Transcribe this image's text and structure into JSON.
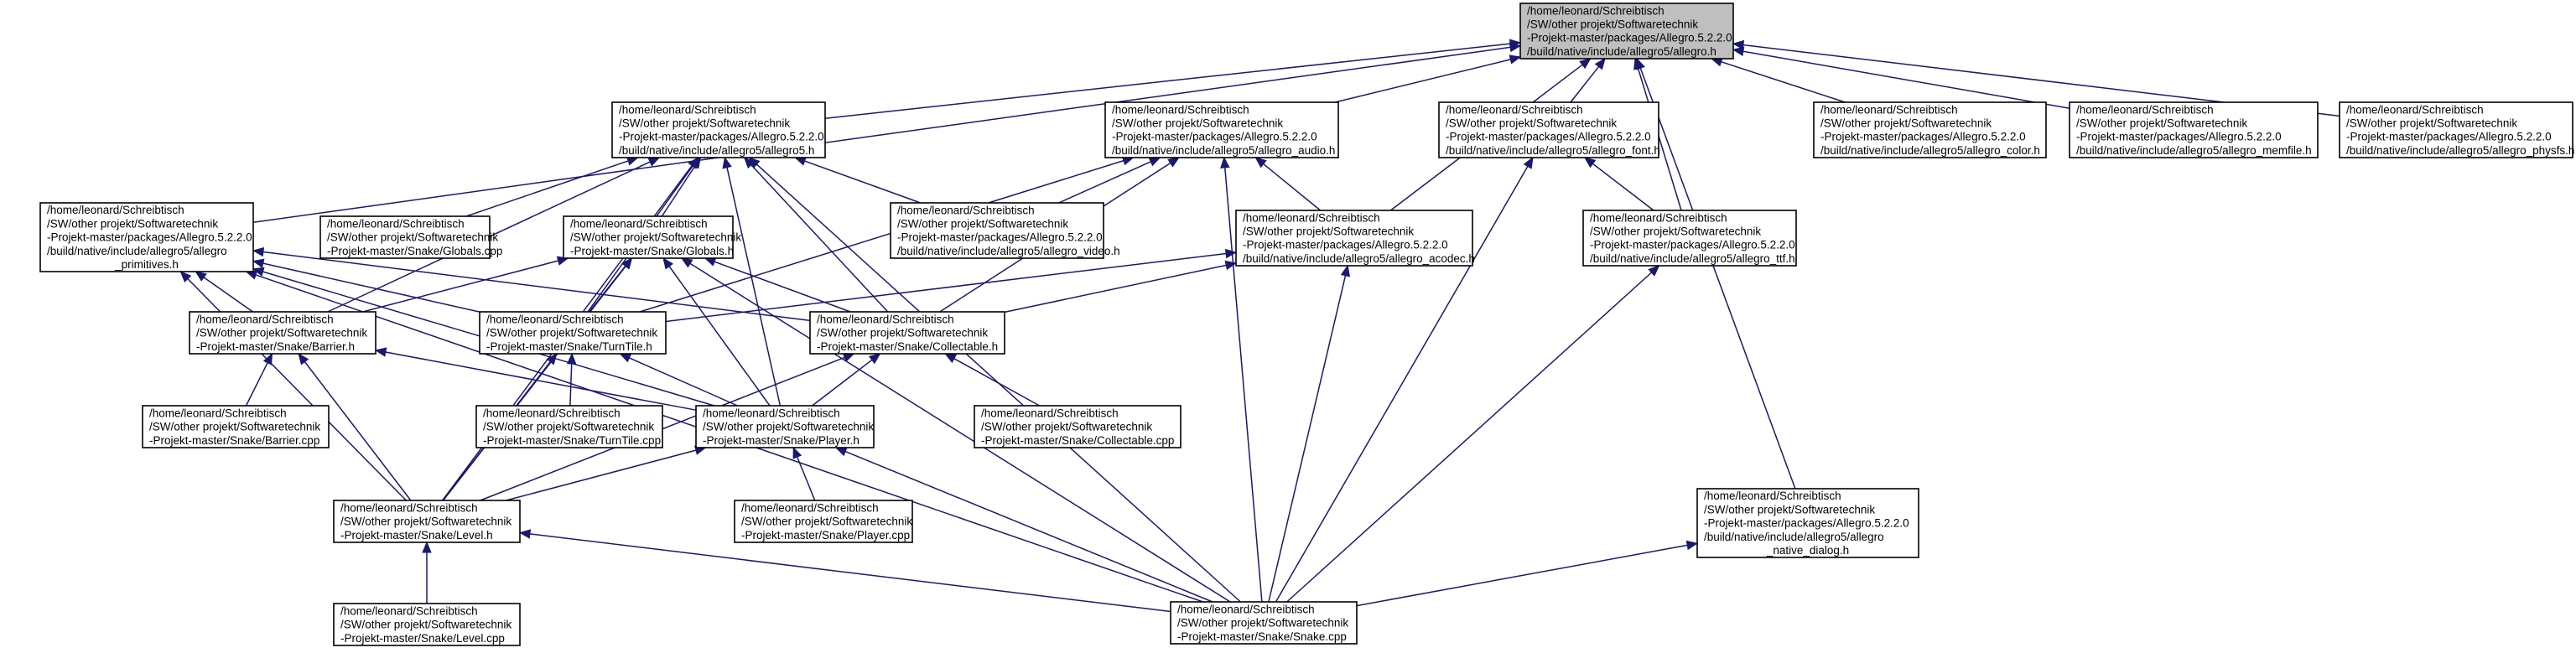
{
  "title": "",
  "colors": {
    "edge": "#191970",
    "root_fill": "#bfbfbf",
    "node_fill": "#ffffff",
    "node_border": "#000000"
  },
  "nodes": [
    {
      "id": "allegro_h",
      "root": true,
      "lines": [
        "/home/leonard/Schreibtisch",
        "/SW/other projekt/Softwaretechnik",
        "-Projekt-master/packages/Allegro.5.2.2.0",
        "/build/native/include/allegro5/allegro.h"
      ]
    },
    {
      "id": "allegro5_h",
      "lines": [
        "/home/leonard/Schreibtisch",
        "/SW/other projekt/Softwaretechnik",
        "-Projekt-master/packages/Allegro.5.2.2.0",
        "/build/native/include/allegro5/allegro5.h"
      ]
    },
    {
      "id": "allegro_audio_h",
      "lines": [
        "/home/leonard/Schreibtisch",
        "/SW/other projekt/Softwaretechnik",
        "-Projekt-master/packages/Allegro.5.2.2.0",
        "/build/native/include/allegro5/allegro_audio.h"
      ]
    },
    {
      "id": "allegro_font_h",
      "lines": [
        "/home/leonard/Schreibtisch",
        "/SW/other projekt/Softwaretechnik",
        "-Projekt-master/packages/Allegro.5.2.2.0",
        "/build/native/include/allegro5/allegro_font.h"
      ]
    },
    {
      "id": "allegro_color_h",
      "lines": [
        "/home/leonard/Schreibtisch",
        "/SW/other projekt/Softwaretechnik",
        "-Projekt-master/packages/Allegro.5.2.2.0",
        "/build/native/include/allegro5/allegro_color.h"
      ]
    },
    {
      "id": "allegro_memfile_h",
      "lines": [
        "/home/leonard/Schreibtisch",
        "/SW/other projekt/Softwaretechnik",
        "-Projekt-master/packages/Allegro.5.2.2.0",
        "/build/native/include/allegro5/allegro_memfile.h"
      ]
    },
    {
      "id": "allegro_physfs_h",
      "lines": [
        "/home/leonard/Schreibtisch",
        "/SW/other projekt/Softwaretechnik",
        "-Projekt-master/packages/Allegro.5.2.2.0",
        "/build/native/include/allegro5/allegro_physfs.h"
      ]
    },
    {
      "id": "allegro_primitives_h",
      "lines": [
        "/home/leonard/Schreibtisch",
        "/SW/other projekt/Softwaretechnik",
        "-Projekt-master/packages/Allegro.5.2.2.0",
        "/build/native/include/allegro5/allegro",
        "_primitives.h"
      ]
    },
    {
      "id": "globals_cpp",
      "lines": [
        "/home/leonard/Schreibtisch",
        "/SW/other projekt/Softwaretechnik",
        "-Projekt-master/Snake/Globals.cpp"
      ]
    },
    {
      "id": "globals_h",
      "lines": [
        "/home/leonard/Schreibtisch",
        "/SW/other projekt/Softwaretechnik",
        "-Projekt-master/Snake/Globals.h"
      ]
    },
    {
      "id": "allegro_video_h",
      "lines": [
        "/home/leonard/Schreibtisch",
        "/SW/other projekt/Softwaretechnik",
        "-Projekt-master/packages/Allegro.5.2.2.0",
        "/build/native/include/allegro5/allegro_video.h"
      ]
    },
    {
      "id": "allegro_acodec_h",
      "lines": [
        "/home/leonard/Schreibtisch",
        "/SW/other projekt/Softwaretechnik",
        "-Projekt-master/packages/Allegro.5.2.2.0",
        "/build/native/include/allegro5/allegro_acodec.h"
      ]
    },
    {
      "id": "allegro_ttf_h",
      "lines": [
        "/home/leonard/Schreibtisch",
        "/SW/other projekt/Softwaretechnik",
        "-Projekt-master/packages/Allegro.5.2.2.0",
        "/build/native/include/allegro5/allegro_ttf.h"
      ]
    },
    {
      "id": "barrier_h",
      "lines": [
        "/home/leonard/Schreibtisch",
        "/SW/other projekt/Softwaretechnik",
        "-Projekt-master/Snake/Barrier.h"
      ]
    },
    {
      "id": "turntile_h",
      "lines": [
        "/home/leonard/Schreibtisch",
        "/SW/other projekt/Softwaretechnik",
        "-Projekt-master/Snake/TurnTile.h"
      ]
    },
    {
      "id": "collectable_h",
      "lines": [
        "/home/leonard/Schreibtisch",
        "/SW/other projekt/Softwaretechnik",
        "-Projekt-master/Snake/Collectable.h"
      ]
    },
    {
      "id": "barrier_cpp",
      "lines": [
        "/home/leonard/Schreibtisch",
        "/SW/other projekt/Softwaretechnik",
        "-Projekt-master/Snake/Barrier.cpp"
      ]
    },
    {
      "id": "turntile_cpp",
      "lines": [
        "/home/leonard/Schreibtisch",
        "/SW/other projekt/Softwaretechnik",
        "-Projekt-master/Snake/TurnTile.cpp"
      ]
    },
    {
      "id": "player_h",
      "lines": [
        "/home/leonard/Schreibtisch",
        "/SW/other projekt/Softwaretechnik",
        "-Projekt-master/Snake/Player.h"
      ]
    },
    {
      "id": "collectable_cpp",
      "lines": [
        "/home/leonard/Schreibtisch",
        "/SW/other projekt/Softwaretechnik",
        "-Projekt-master/Snake/Collectable.cpp"
      ]
    },
    {
      "id": "level_h",
      "lines": [
        "/home/leonard/Schreibtisch",
        "/SW/other projekt/Softwaretechnik",
        "-Projekt-master/Snake/Level.h"
      ]
    },
    {
      "id": "player_cpp",
      "lines": [
        "/home/leonard/Schreibtisch",
        "/SW/other projekt/Softwaretechnik",
        "-Projekt-master/Snake/Player.cpp"
      ]
    },
    {
      "id": "allegro_native_dialog_h",
      "lines": [
        "/home/leonard/Schreibtisch",
        "/SW/other projekt/Softwaretechnik",
        "-Projekt-master/packages/Allegro.5.2.2.0",
        "/build/native/include/allegro5/allegro",
        "_native_dialog.h"
      ]
    },
    {
      "id": "level_cpp",
      "lines": [
        "/home/leonard/Schreibtisch",
        "/SW/other projekt/Softwaretechnik",
        "-Projekt-master/Snake/Level.cpp"
      ]
    },
    {
      "id": "snake_cpp",
      "lines": [
        "/home/leonard/Schreibtisch",
        "/SW/other projekt/Softwaretechnik",
        "-Projekt-master/Snake/Snake.cpp"
      ]
    }
  ],
  "edges": [
    {
      "from": "allegro5_h",
      "to": "allegro_h"
    },
    {
      "from": "allegro_audio_h",
      "to": "allegro_h"
    },
    {
      "from": "allegro_font_h",
      "to": "allegro_h"
    },
    {
      "from": "allegro_color_h",
      "to": "allegro_h"
    },
    {
      "from": "allegro_memfile_h",
      "to": "allegro_h"
    },
    {
      "from": "allegro_physfs_h",
      "to": "allegro_h"
    },
    {
      "from": "allegro_primitives_h",
      "to": "allegro_h"
    },
    {
      "from": "allegro_acodec_h",
      "to": "allegro_h"
    },
    {
      "from": "allegro_ttf_h",
      "to": "allegro_h"
    },
    {
      "from": "allegro_native_dialog_h",
      "to": "allegro_h"
    },
    {
      "from": "globals_cpp",
      "to": "allegro5_h"
    },
    {
      "from": "globals_h",
      "to": "allegro5_h"
    },
    {
      "from": "allegro_video_h",
      "to": "allegro5_h"
    },
    {
      "from": "barrier_h",
      "to": "allegro5_h"
    },
    {
      "from": "turntile_h",
      "to": "allegro5_h"
    },
    {
      "from": "collectable_h",
      "to": "allegro5_h"
    },
    {
      "from": "player_h",
      "to": "allegro5_h"
    },
    {
      "from": "level_h",
      "to": "allegro5_h"
    },
    {
      "from": "snake_cpp",
      "to": "allegro5_h"
    },
    {
      "from": "allegro_video_h",
      "to": "allegro_audio_h"
    },
    {
      "from": "allegro_acodec_h",
      "to": "allegro_audio_h"
    },
    {
      "from": "turntile_h",
      "to": "allegro_audio_h"
    },
    {
      "from": "collectable_h",
      "to": "allegro_audio_h"
    },
    {
      "from": "snake_cpp",
      "to": "allegro_audio_h"
    },
    {
      "from": "allegro_ttf_h",
      "to": "allegro_font_h"
    },
    {
      "from": "snake_cpp",
      "to": "allegro_font_h"
    },
    {
      "from": "barrier_h",
      "to": "allegro_primitives_h"
    },
    {
      "from": "turntile_h",
      "to": "allegro_primitives_h"
    },
    {
      "from": "collectable_h",
      "to": "allegro_primitives_h"
    },
    {
      "from": "player_h",
      "to": "allegro_primitives_h"
    },
    {
      "from": "level_h",
      "to": "allegro_primitives_h"
    },
    {
      "from": "snake_cpp",
      "to": "allegro_primitives_h"
    },
    {
      "from": "turntile_h",
      "to": "globals_h"
    },
    {
      "from": "collectable_h",
      "to": "globals_h"
    },
    {
      "from": "player_h",
      "to": "globals_h"
    },
    {
      "from": "level_h",
      "to": "globals_h"
    },
    {
      "from": "snake_cpp",
      "to": "globals_h"
    },
    {
      "from": "barrier_h",
      "to": "globals_h"
    },
    {
      "from": "turntile_h",
      "to": "allegro_acodec_h"
    },
    {
      "from": "collectable_h",
      "to": "allegro_acodec_h"
    },
    {
      "from": "snake_cpp",
      "to": "allegro_acodec_h"
    },
    {
      "from": "snake_cpp",
      "to": "allegro_ttf_h"
    },
    {
      "from": "barrier_cpp",
      "to": "barrier_h"
    },
    {
      "from": "level_h",
      "to": "barrier_h"
    },
    {
      "from": "player_h",
      "to": "barrier_h"
    },
    {
      "from": "turntile_cpp",
      "to": "turntile_h"
    },
    {
      "from": "player_h",
      "to": "turntile_h"
    },
    {
      "from": "level_h",
      "to": "turntile_h"
    },
    {
      "from": "collectable_cpp",
      "to": "collectable_h"
    },
    {
      "from": "player_h",
      "to": "collectable_h"
    },
    {
      "from": "level_h",
      "to": "collectable_h"
    },
    {
      "from": "player_cpp",
      "to": "player_h"
    },
    {
      "from": "level_h",
      "to": "player_h"
    },
    {
      "from": "snake_cpp",
      "to": "player_h"
    },
    {
      "from": "level_cpp",
      "to": "level_h"
    },
    {
      "from": "snake_cpp",
      "to": "level_h"
    },
    {
      "from": "snake_cpp",
      "to": "allegro_native_dialog_h"
    }
  ]
}
